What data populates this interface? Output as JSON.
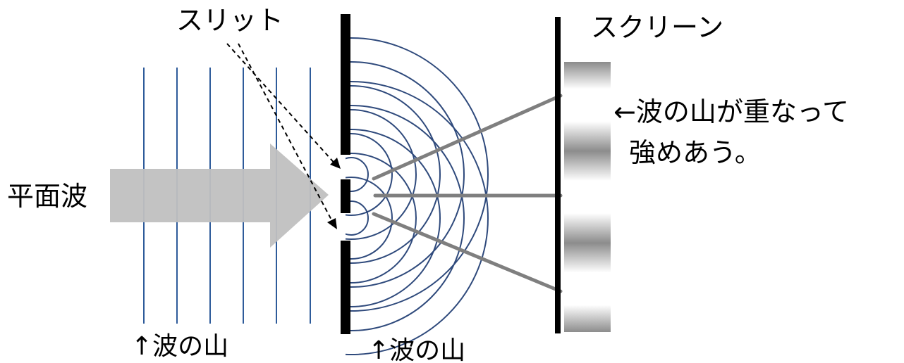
{
  "labels": {
    "slit": "スリット",
    "screen": "スクリーン",
    "plane_wave": "平面波",
    "wave_crest_left": "↑波の山",
    "wave_crest_right": "↑波の山",
    "annotation_line1": "←波の山が重なって",
    "annotation_line2": "強めあう。"
  },
  "colors": {
    "wavefront": "#2e5b9a",
    "circular_wave": "#2f4a7c",
    "arrow_fill": "#c0c0c0",
    "barrier": "#000000",
    "ray": "#7f7f7f",
    "screen_dark": "#8c8c8c",
    "screen_light": "#ffffff"
  }
}
